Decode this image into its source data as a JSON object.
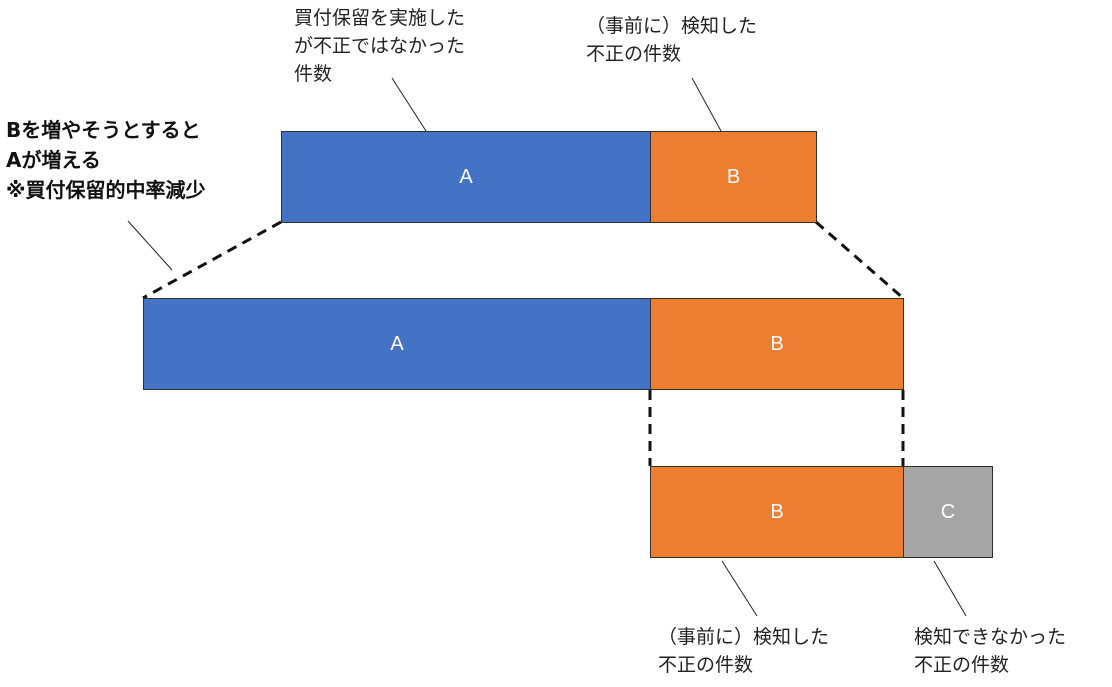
{
  "colors": {
    "a": "#4472c4",
    "b": "#ed7d31",
    "c": "#a5a5a5"
  },
  "rows": {
    "top": {
      "a": "A",
      "b": "B"
    },
    "middle": {
      "a": "A",
      "b": "B"
    },
    "bottom": {
      "b": "B",
      "c": "C"
    }
  },
  "labels": {
    "top_a": [
      "買付保留を実施した",
      "が不正ではなかった",
      "件数"
    ],
    "top_b": [
      "（事前に）検知した",
      "不正の件数"
    ],
    "bottom_b": [
      "（事前に）検知した",
      "不正の件数"
    ],
    "bottom_c": [
      "検知できなかった",
      "不正の件数"
    ]
  },
  "note": [
    "Bを増やそうとすると",
    "Aが増える",
    "※買付保留的中率減少"
  ]
}
